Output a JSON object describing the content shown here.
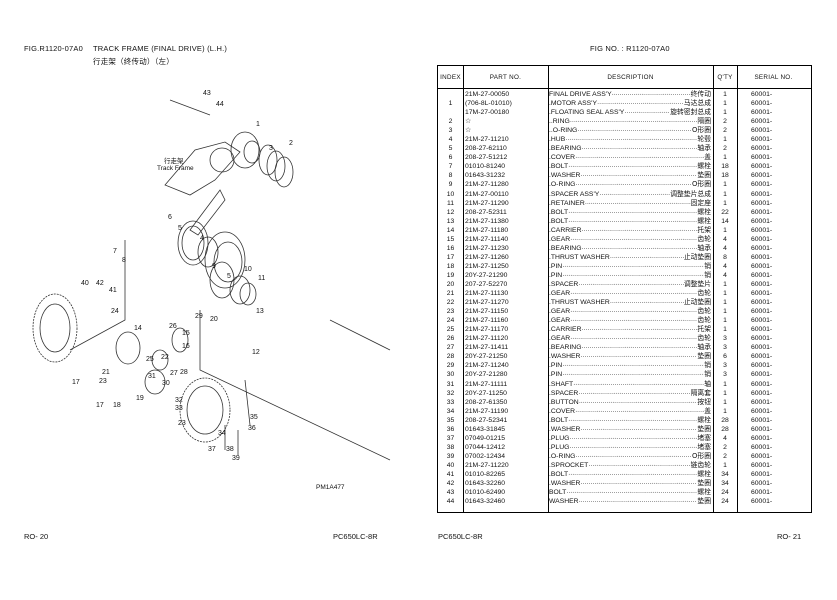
{
  "left_page": {
    "fig_code": "FIG.R1120-07A0",
    "title": "TRACK FRAME (FINAL DRIVE) (L.H.)",
    "title_cn": "行走架（终传动）（左）",
    "diagram": {
      "track_frame_cn": "行走架",
      "track_frame_label": "Track Frame",
      "drawing_code": "PM1A477",
      "callouts": [
        "43",
        "44",
        "1",
        "3",
        "2",
        "6",
        "5",
        "4",
        "7",
        "8",
        "9",
        "5",
        "10",
        "11",
        "40",
        "42",
        "41",
        "24",
        "14",
        "26",
        "29",
        "20",
        "13",
        "12",
        "15",
        "16",
        "22",
        "25",
        "21",
        "17",
        "23",
        "19",
        "18",
        "17",
        "31",
        "30",
        "27",
        "28",
        "32",
        "33",
        "23",
        "34",
        "35",
        "36",
        "37",
        "38",
        "39"
      ]
    },
    "footer_left": "RO-  20",
    "footer_model": "PC650LC-8R"
  },
  "right_page": {
    "fig_no": "FIG NO. : R1120-07A0",
    "table": {
      "headers": {
        "index": "INDEX",
        "part_no": "PART  NO.",
        "description": "DESCRIPTION",
        "qty": "Q'TY",
        "serial_no": "SERIAL NO."
      },
      "rows": [
        [
          "",
          "21M-27-00050",
          "FINAL DRIVE ASS'Y",
          "终传动",
          "1",
          "60001-"
        ],
        [
          "1",
          "(706-8L-01010)",
          ".MOTOR ASS'Y",
          "马达总成",
          "1",
          "60001-"
        ],
        [
          "",
          "17M-27-00180",
          ".FLOATING SEAL ASS'Y",
          "旋转密封总成",
          "1",
          "60001-"
        ],
        [
          "2",
          "☆",
          "..RING",
          "隔圈",
          "2",
          "60001-"
        ],
        [
          "3",
          "☆",
          "..O-RING",
          "O形圈",
          "2",
          "60001-"
        ],
        [
          "4",
          "21M-27-11210",
          ".HUB",
          "轮毂",
          "1",
          "60001-"
        ],
        [
          "5",
          "208-27-62110",
          ".BEARING",
          "轴承",
          "2",
          "60001-"
        ],
        [
          "6",
          "208-27-51212",
          ".COVER",
          "盖",
          "1",
          "60001-"
        ],
        [
          "7",
          "01010-81240",
          ".BOLT",
          "螺栓",
          "18",
          "60001-"
        ],
        [
          "8",
          "01643-31232",
          ".WASHER",
          "垫圈",
          "18",
          "60001-"
        ],
        [
          "9",
          "21M-27-11280",
          ".O-RING",
          "O形圈",
          "1",
          "60001-"
        ],
        [
          "10",
          "21M-27-00110",
          ".SPACER ASS'Y",
          "调整垫片总成",
          "1",
          "60001-"
        ],
        [
          "11",
          "21M-27-11290",
          ".RETAINER",
          "固定座",
          "1",
          "60001-"
        ],
        [
          "12",
          "208-27-52311",
          ".BOLT",
          "螺栓",
          "22",
          "60001-"
        ],
        [
          "13",
          "21M-27-11380",
          ".BOLT",
          "螺栓",
          "14",
          "60001-"
        ],
        [
          "14",
          "21M-27-11180",
          ".CARRIER",
          "托架",
          "1",
          "60001-"
        ],
        [
          "15",
          "21M-27-11140",
          ".GEAR",
          "齿轮",
          "4",
          "60001-"
        ],
        [
          "16",
          "21M-27-11230",
          ".BEARING",
          "轴承",
          "4",
          "60001-"
        ],
        [
          "17",
          "21M-27-11260",
          ".THRUST WASHER",
          "止动垫圈",
          "8",
          "60001-"
        ],
        [
          "18",
          "21M-27-11250",
          ".PIN",
          "销",
          "4",
          "60001-"
        ],
        [
          "19",
          "20Y-27-21290",
          ".PIN",
          "销",
          "4",
          "60001-"
        ],
        [
          "20",
          "207-27-52270",
          ".SPACER",
          "调整垫片",
          "1",
          "60001-"
        ],
        [
          "21",
          "21M-27-11130",
          ".GEAR",
          "齿轮",
          "1",
          "60001-"
        ],
        [
          "22",
          "21M-27-11270",
          ".THRUST WASHER",
          "止动垫圈",
          "1",
          "60001-"
        ],
        [
          "23",
          "21M-27-11150",
          ".GEAR",
          "齿轮",
          "1",
          "60001-"
        ],
        [
          "24",
          "21M-27-11160",
          ".GEAR",
          "齿轮",
          "1",
          "60001-"
        ],
        [
          "25",
          "21M-27-11170",
          ".CARRIER",
          "托架",
          "1",
          "60001-"
        ],
        [
          "26",
          "21M-27-11120",
          ".GEAR",
          "齿轮",
          "3",
          "60001-"
        ],
        [
          "27",
          "21M-27-11411",
          ".BEARING",
          "轴承",
          "3",
          "60001-"
        ],
        [
          "28",
          "20Y-27-21250",
          ".WASHER",
          "垫圈",
          "6",
          "60001-"
        ],
        [
          "29",
          "21M-27-11240",
          ".PIN",
          "销",
          "3",
          "60001-"
        ],
        [
          "30",
          "20Y-27-21280",
          ".PIN",
          "销",
          "3",
          "60001-"
        ],
        [
          "31",
          "21M-27-11111",
          ".SHAFT",
          "轴",
          "1",
          "60001-"
        ],
        [
          "32",
          "20Y-27-11250",
          ".SPACER",
          "隔离套",
          "1",
          "60001-"
        ],
        [
          "33",
          "208-27-61350",
          ".BUTTON",
          "按钮",
          "1",
          "60001-"
        ],
        [
          "34",
          "21M-27-11190",
          ".COVER",
          "盖",
          "1",
          "60001-"
        ],
        [
          "35",
          "208-27-52341",
          ".BOLT",
          "螺栓",
          "28",
          "60001-"
        ],
        [
          "36",
          "01643-31845",
          ".WASHER",
          "垫圈",
          "28",
          "60001-"
        ],
        [
          "37",
          "07049-01215",
          ".PLUG",
          "堵塞",
          "4",
          "60001-"
        ],
        [
          "38",
          "07044-12412",
          ".PLUG",
          "堵塞",
          "2",
          "60001-"
        ],
        [
          "39",
          "07002-12434",
          ".O-RING",
          "O形圈",
          "2",
          "60001-"
        ],
        [
          "40",
          "21M-27-11220",
          ".SPROCKET",
          "链齿轮",
          "1",
          "60001-"
        ],
        [
          "41",
          "01010-82265",
          ".BOLT",
          "螺栓",
          "34",
          "60001-"
        ],
        [
          "42",
          "01643-32260",
          ".WASHER",
          "垫圈",
          "34",
          "60001-"
        ],
        [
          "43",
          "01010-62490",
          "BOLT",
          "螺栓",
          "24",
          "60001-"
        ],
        [
          "44",
          "01643-32460",
          "WASHER",
          "垫圈",
          "24",
          "60001-"
        ]
      ]
    },
    "footer_model": "PC650LC-8R",
    "footer_right": "RO-  21"
  }
}
